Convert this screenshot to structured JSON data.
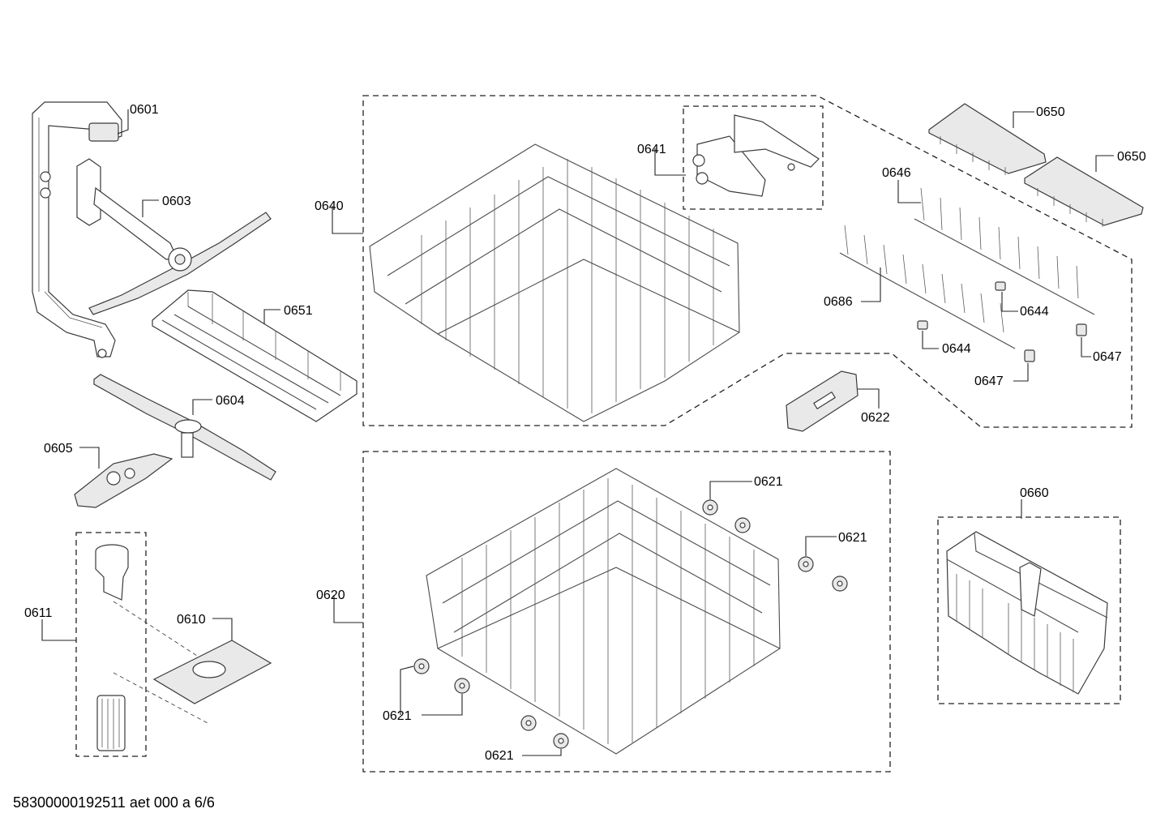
{
  "footer": {
    "document_id": "58300000192511 aet 000 a 6/6"
  },
  "labels": {
    "l0601": "0601",
    "l0603": "0603",
    "l0651": "0651",
    "l0604": "0604",
    "l0605": "0605",
    "l0611": "0611",
    "l0610": "0610",
    "l0640": "0640",
    "l0641": "0641",
    "l0620": "0620",
    "l0621a": "0621",
    "l0621b": "0621",
    "l0621c": "0621",
    "l0621d": "0621",
    "l0650a": "0650",
    "l0650b": "0650",
    "l0646": "0646",
    "l0686": "0686",
    "l0644a": "0644",
    "l0644b": "0644",
    "l0647a": "0647",
    "l0647b": "0647",
    "l0622": "0622",
    "l0660": "0660"
  }
}
